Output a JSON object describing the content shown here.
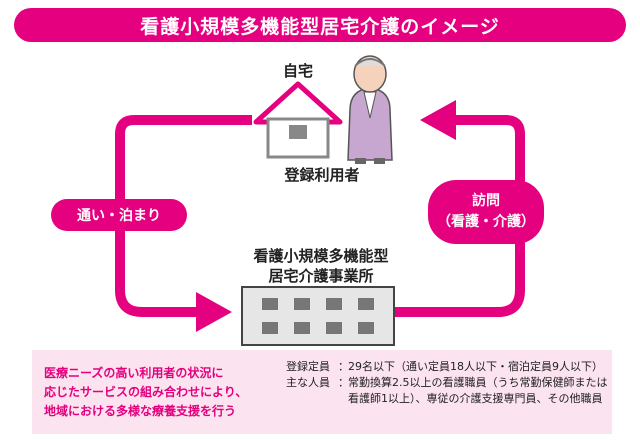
{
  "title": "看護小規模多機能型居宅介護のイメージ",
  "home": {
    "label": "自宅",
    "user_label": "登録利用者"
  },
  "facility": {
    "line1": "看護小規模多機能型",
    "line2": "居宅介護事業所"
  },
  "flows": {
    "left_label": "通い・泊まり",
    "right_line1": "訪問",
    "right_line2": "（看護・介護）"
  },
  "info": {
    "description": [
      "医療ニーズの高い利用者の状況に",
      "応じたサービスの組み合わせにより、",
      "地域における多様な療養支援を行う"
    ],
    "capacity_label": "登録定員",
    "capacity_value": "29名以下（通い定員18人以下・宿泊定員9人以下）",
    "staff_label": "主な人員",
    "staff_value": "常勤換算2.5以上の看護職員（うち常勤保健師または看護師1以上）、専従の介護支援専門員、その他職員"
  },
  "colors": {
    "accent": "#e4007f",
    "pale": "#fbe3ef",
    "gray": "#888888",
    "building": "#e6e6e6"
  }
}
